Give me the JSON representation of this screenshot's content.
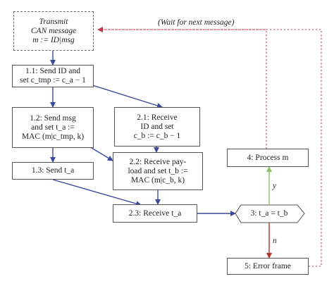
{
  "nodes": {
    "start": {
      "lines": [
        "Transmit",
        "CAN message",
        "m := ID|msg"
      ]
    },
    "n1_1": {
      "lines": [
        "1.1: Send ID and",
        "set c_tmp := c_a − 1"
      ]
    },
    "n1_2": {
      "lines": [
        "1.2: Send msg",
        "and set t_a :=",
        "MAC (m|c_tmp, k)"
      ]
    },
    "n1_3": {
      "lines": [
        "1.3: Send t_a"
      ]
    },
    "n2_1": {
      "lines": [
        "2.1: Receive",
        "ID and set",
        "c_b := c_b − 1"
      ]
    },
    "n2_2": {
      "lines": [
        "2.2: Receive pay-",
        "load and set t_b :=",
        "MAC (m|c_b, k)"
      ]
    },
    "n2_3": {
      "lines": [
        "2.3: Receive t_a"
      ]
    },
    "n3": {
      "lines": [
        "3: t_a = t_b"
      ]
    },
    "n4": {
      "lines": [
        "4: Process m"
      ]
    },
    "n5": {
      "lines": [
        "5: Error frame"
      ]
    }
  },
  "labels": {
    "wait": "(Wait for next message)",
    "yes": "y",
    "no": "n"
  },
  "colors": {
    "flow_arrow": "#3a4a9c",
    "yes_arrow": "#8cc063",
    "no_arrow": "#b5322a",
    "loop_arrow": "#c0334a",
    "box_border": "#555555"
  }
}
